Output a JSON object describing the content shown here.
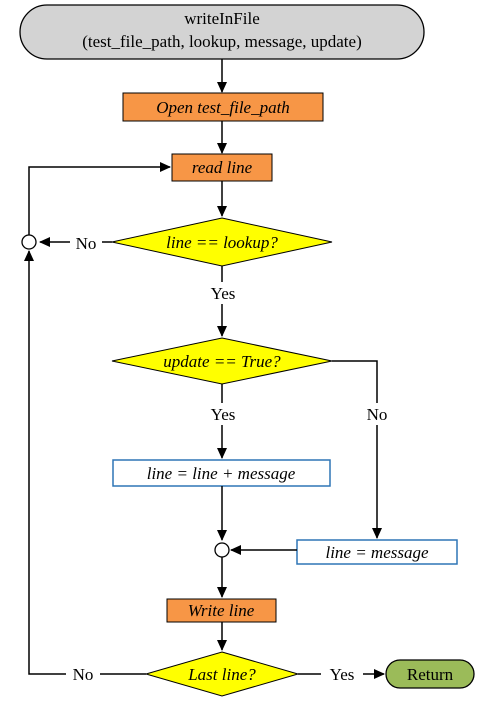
{
  "start": {
    "title": "writeInFile",
    "params": "(test_file_path, lookup, message, update)"
  },
  "steps": {
    "open": "Open test_file_path",
    "read": "read line",
    "write": "Write line"
  },
  "decisions": {
    "lookup": "line == lookup?",
    "update": "update == True?",
    "last": "Last line?"
  },
  "assignments": {
    "append": "line = line + message",
    "replace": "line = message"
  },
  "labels": {
    "yes_1": "Yes",
    "no_1": "No",
    "yes_2": "Yes",
    "no_2": "No",
    "yes_3": "Yes",
    "no_3": "No"
  },
  "end": {
    "label": "Return"
  },
  "colors": {
    "terminal_start": "#d3d3d3",
    "process": "#f79646",
    "decision": "#ffff00",
    "assignment_border": "#2e75b6",
    "terminal_end": "#9bbb59"
  }
}
